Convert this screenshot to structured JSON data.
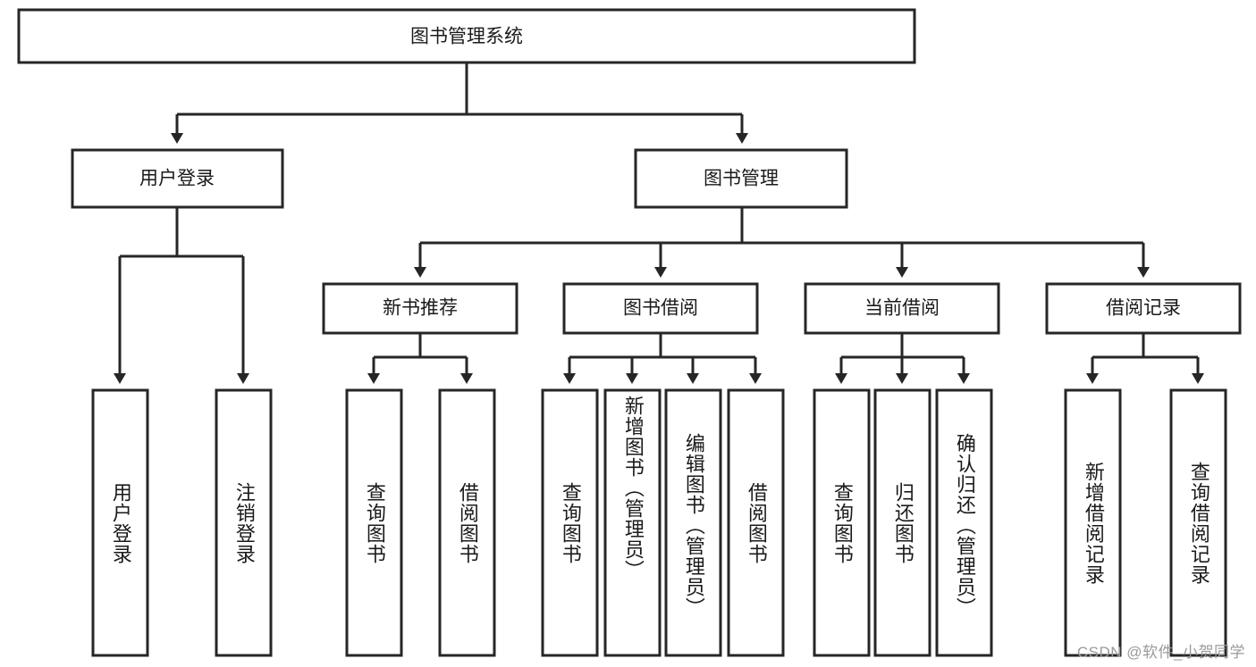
{
  "diagram": {
    "type": "tree",
    "title": "图书管理系统",
    "watermark": "CSDN @软件_小贺同学",
    "colors": {
      "stroke": "#262626",
      "fill": "#ffffff",
      "text": "#1a1a1a",
      "watermark": "#9a9a9a"
    },
    "nodes": {
      "root": {
        "label": "图书管理系统"
      },
      "level2": [
        {
          "label": "用户登录"
        },
        {
          "label": "图书管理"
        }
      ],
      "level3": [
        {
          "label": "新书推荐"
        },
        {
          "label": "图书借阅"
        },
        {
          "label": "当前借阅"
        },
        {
          "label": "借阅记录"
        }
      ],
      "leaves_user_login": [
        {
          "label": "用户登录"
        },
        {
          "label": "注销登录"
        }
      ],
      "leaves_new_books": [
        {
          "label": "查询图书"
        },
        {
          "label": "借阅图书"
        }
      ],
      "leaves_borrow": [
        {
          "label": "查询图书"
        },
        {
          "label": "新增图书（管理员）"
        },
        {
          "label": "编辑图书（管理员）"
        },
        {
          "label": "借阅图书"
        }
      ],
      "leaves_current": [
        {
          "label": "查询图书"
        },
        {
          "label": "归还图书"
        },
        {
          "label": "确认归还（管理员）"
        }
      ],
      "leaves_records": [
        {
          "label": "新增借阅记录"
        },
        {
          "label": "查询借阅记录"
        }
      ]
    }
  }
}
